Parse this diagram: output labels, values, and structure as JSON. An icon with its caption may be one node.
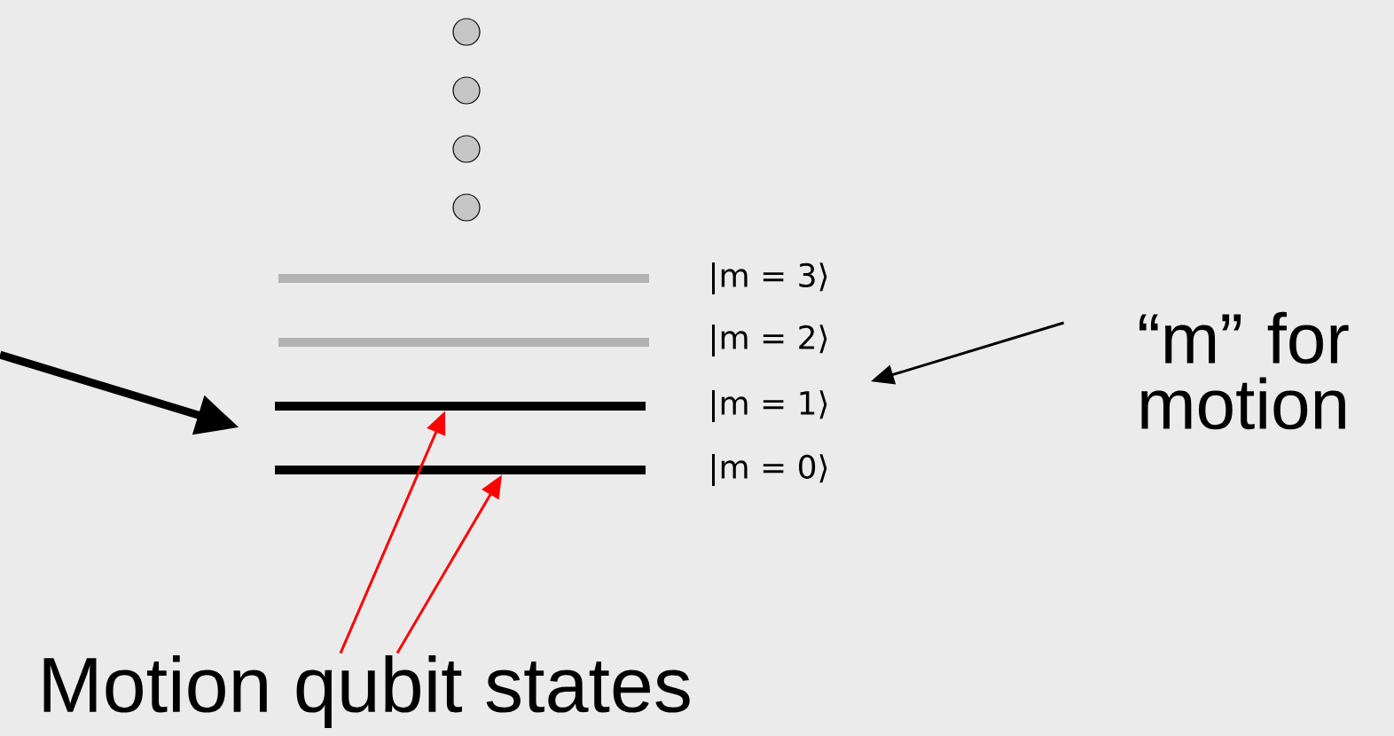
{
  "diagram": {
    "nodes": [
      {
        "text": [],
        "shape": "bar"
      },
      {
        "text": [],
        "shape": "bar"
      },
      {
        "text": [],
        "shape": "bar"
      },
      {
        "text": [],
        "shape": "bar"
      },
      {
        "text": [
          "|m = 3⟩"
        ]
      },
      {
        "text": [
          "|m = 2⟩"
        ]
      },
      {
        "text": [
          "|m = 1⟩"
        ]
      },
      {
        "text": [
          "|m = 0⟩"
        ]
      },
      {
        "text": [
          "“m” for motion"
        ]
      },
      {
        "text": [
          "Motion qubit states"
        ]
      }
    ],
    "edges": [
      {
        "from": null,
        "to": 2,
        "arrow": "to",
        "style": "thick"
      },
      {
        "from": 8,
        "to": 6,
        "arrow": "to"
      },
      {
        "from": 9,
        "to": 2,
        "arrow": "to",
        "color": "#ff0000"
      },
      {
        "from": 9,
        "to": 3,
        "arrow": "to",
        "color": "#ff0000"
      }
    ]
  }
}
